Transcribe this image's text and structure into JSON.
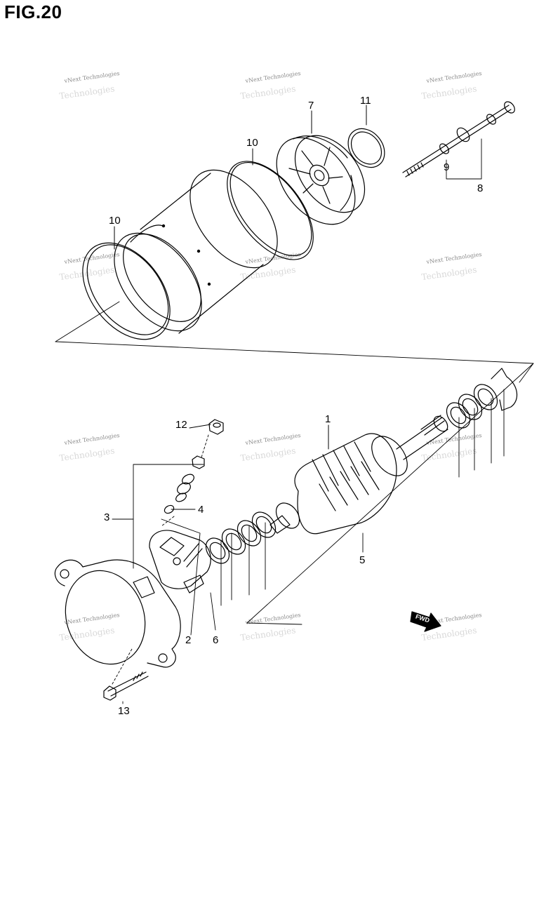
{
  "figure": {
    "title": "FIG.20"
  },
  "callouts": [
    "1",
    "2",
    "3",
    "4",
    "5",
    "6",
    "7",
    "8",
    "9",
    "10",
    "10",
    "11",
    "12",
    "13"
  ],
  "watermark": {
    "text": "vNext Technologies",
    "shadow_text": "Technologies"
  },
  "fwd_marker": {
    "label": "FWD"
  },
  "colors": {
    "line": "#000000",
    "background": "#ffffff",
    "watermark": "#8a8a8a"
  }
}
